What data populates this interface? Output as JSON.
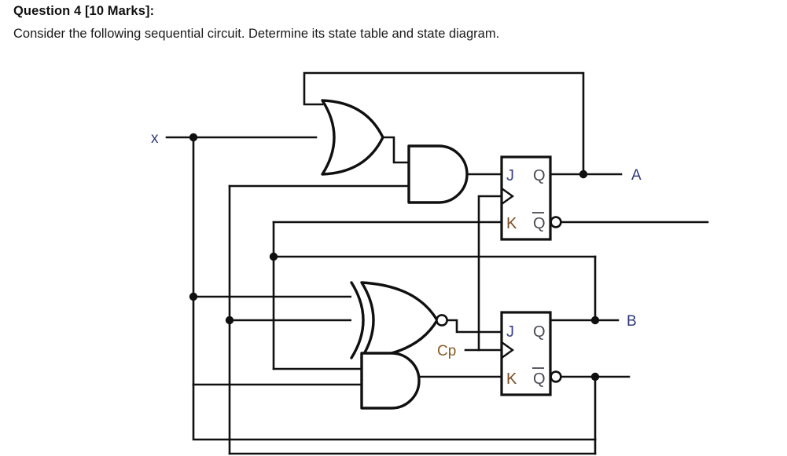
{
  "question": {
    "heading": "Question 4 [10 Marks]:",
    "prompt": "Consider the following sequential circuit. Determine its state table and state diagram."
  },
  "circuit": {
    "title": "sequential-circuit-jk-flipflops",
    "inputs": [
      {
        "name": "x",
        "label": "x"
      },
      {
        "name": "cp",
        "label": "Cp"
      }
    ],
    "outputs": [
      {
        "name": "A",
        "label": "A"
      },
      {
        "name": "B",
        "label": "B"
      }
    ],
    "gates": [
      {
        "name": "or-gate-1",
        "type": "OR",
        "inputs": 2
      },
      {
        "name": "and-gate-1",
        "type": "AND",
        "inputs": 2
      },
      {
        "name": "xnor-gate-1",
        "type": "XNOR",
        "inputs": 2
      },
      {
        "name": "and-gate-2",
        "type": "AND",
        "inputs": 2
      }
    ],
    "flipflops": [
      {
        "name": "flipflop-a",
        "type": "JK",
        "pins": {
          "j": "J",
          "k": "K",
          "q": "Q",
          "qbar": "Q",
          "clock": ""
        },
        "output": "A"
      },
      {
        "name": "flipflop-b",
        "type": "JK",
        "pins": {
          "j": "J",
          "k": "K",
          "q": "Q",
          "qbar": "Q",
          "clock": ""
        },
        "output": "B"
      }
    ],
    "colors": {
      "wire": "#101010",
      "pin_label": "#4a4a55",
      "j_label": "#3b3f8c",
      "k_label": "#7a4b20",
      "io_label": "#2f3a7a",
      "background": "#ffffff"
    }
  }
}
